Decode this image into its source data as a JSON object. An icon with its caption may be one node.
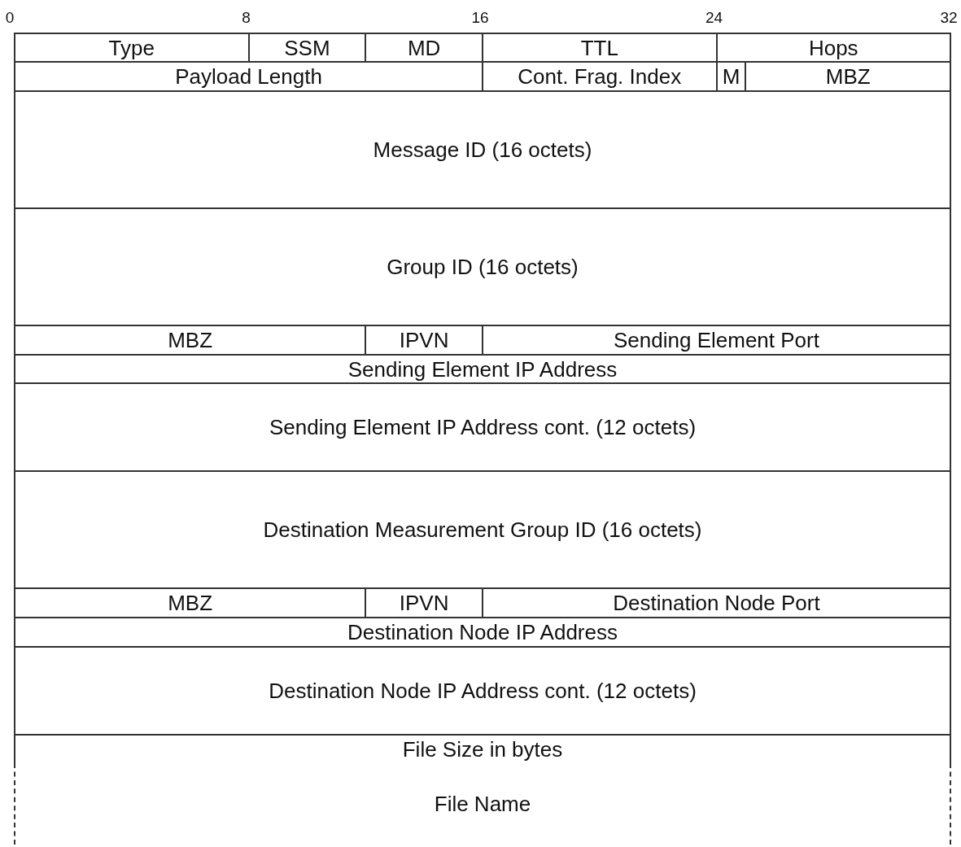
{
  "diagram": {
    "nodes": [
      {
        "text": [
          "Type"
        ]
      },
      {
        "text": [
          "SSM"
        ]
      },
      {
        "text": [
          "MD"
        ]
      },
      {
        "text": [
          "TTL"
        ]
      },
      {
        "text": [
          "Hops"
        ]
      },
      {
        "text": [
          "Payload Length"
        ]
      },
      {
        "text": [
          "Cont. Frag. Index"
        ]
      },
      {
        "text": [
          "M"
        ]
      },
      {
        "text": [
          "MBZ"
        ]
      },
      {
        "text": [
          "Message ID (16 octets)"
        ]
      },
      {
        "text": [
          "Group ID (16 octets)"
        ]
      },
      {
        "text": [
          "MBZ"
        ]
      },
      {
        "text": [
          "IPVN"
        ]
      },
      {
        "text": [
          "Sending Element Port"
        ]
      },
      {
        "text": [
          "Sending Element IP Address"
        ]
      },
      {
        "text": [
          "Sending Element IP Address cont. (12 octets)"
        ]
      },
      {
        "text": [
          "Destination Measurement Group ID (16 octets)"
        ]
      },
      {
        "text": [
          "MBZ"
        ]
      },
      {
        "text": [
          "IPVN"
        ]
      },
      {
        "text": [
          "Destination Node Port"
        ]
      },
      {
        "text": [
          "Destination Node IP Address"
        ]
      },
      {
        "text": [
          "Destination Node IP Address cont. (12 octets)"
        ]
      },
      {
        "text": [
          "File Size in bytes"
        ]
      },
      {
        "text": [
          "File Name"
        ]
      }
    ],
    "labels": [
      "0",
      "8",
      "16",
      "24",
      "32"
    ]
  }
}
